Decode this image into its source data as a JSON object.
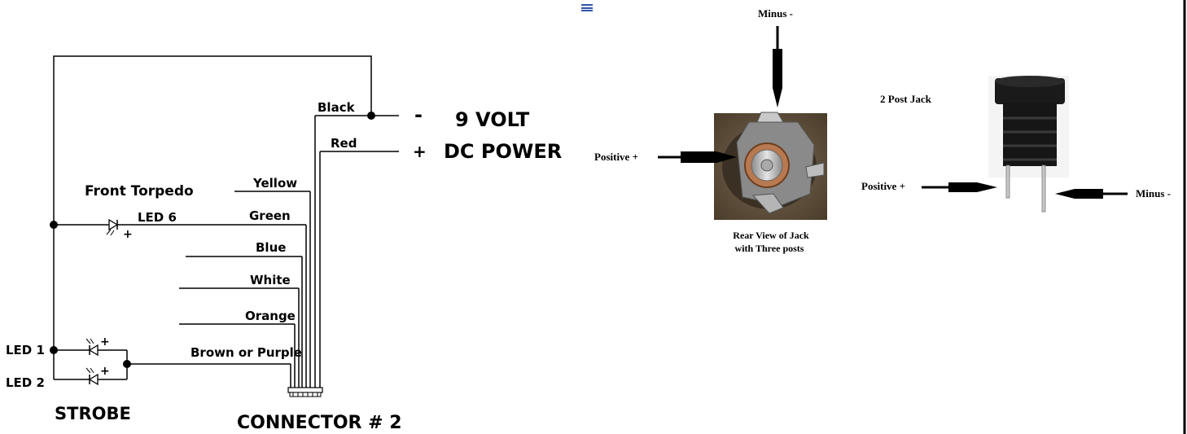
{
  "schematic": {
    "power_minus_sign": "-",
    "power_plus_sign": "+",
    "power_line1": "9 VOLT",
    "power_line2": "DC POWER",
    "wire_black": "Black",
    "wire_red": "Red",
    "wire_yellow": "Yellow",
    "wire_green": "Green",
    "wire_blue": "Blue",
    "wire_white": "White",
    "wire_orange": "Orange",
    "wire_brown": "Brown or Purple",
    "front_torpedo": "Front Torpedo",
    "led6": "LED 6",
    "led1": "LED 1",
    "led2": "LED 2",
    "strobe": "STROBE",
    "connector": "CONNECTOR # 2",
    "led_plus": "+"
  },
  "photos": {
    "three_post": {
      "minus_label": "Minus -",
      "positive_label": "Positive +",
      "caption_line1": "Rear View of Jack",
      "caption_line2": "with Three posts"
    },
    "two_post": {
      "title": "2 Post Jack",
      "positive_label": "Positive +",
      "minus_label": "Minus -"
    }
  },
  "colors": {
    "ink": "#000000",
    "menu_icon": "#3355aa",
    "jack_body": "#1a1a1a",
    "photo_bg": "#6b5a43",
    "pin_silver": "#c8c8c8"
  },
  "icons": [
    "menu-icon"
  ]
}
